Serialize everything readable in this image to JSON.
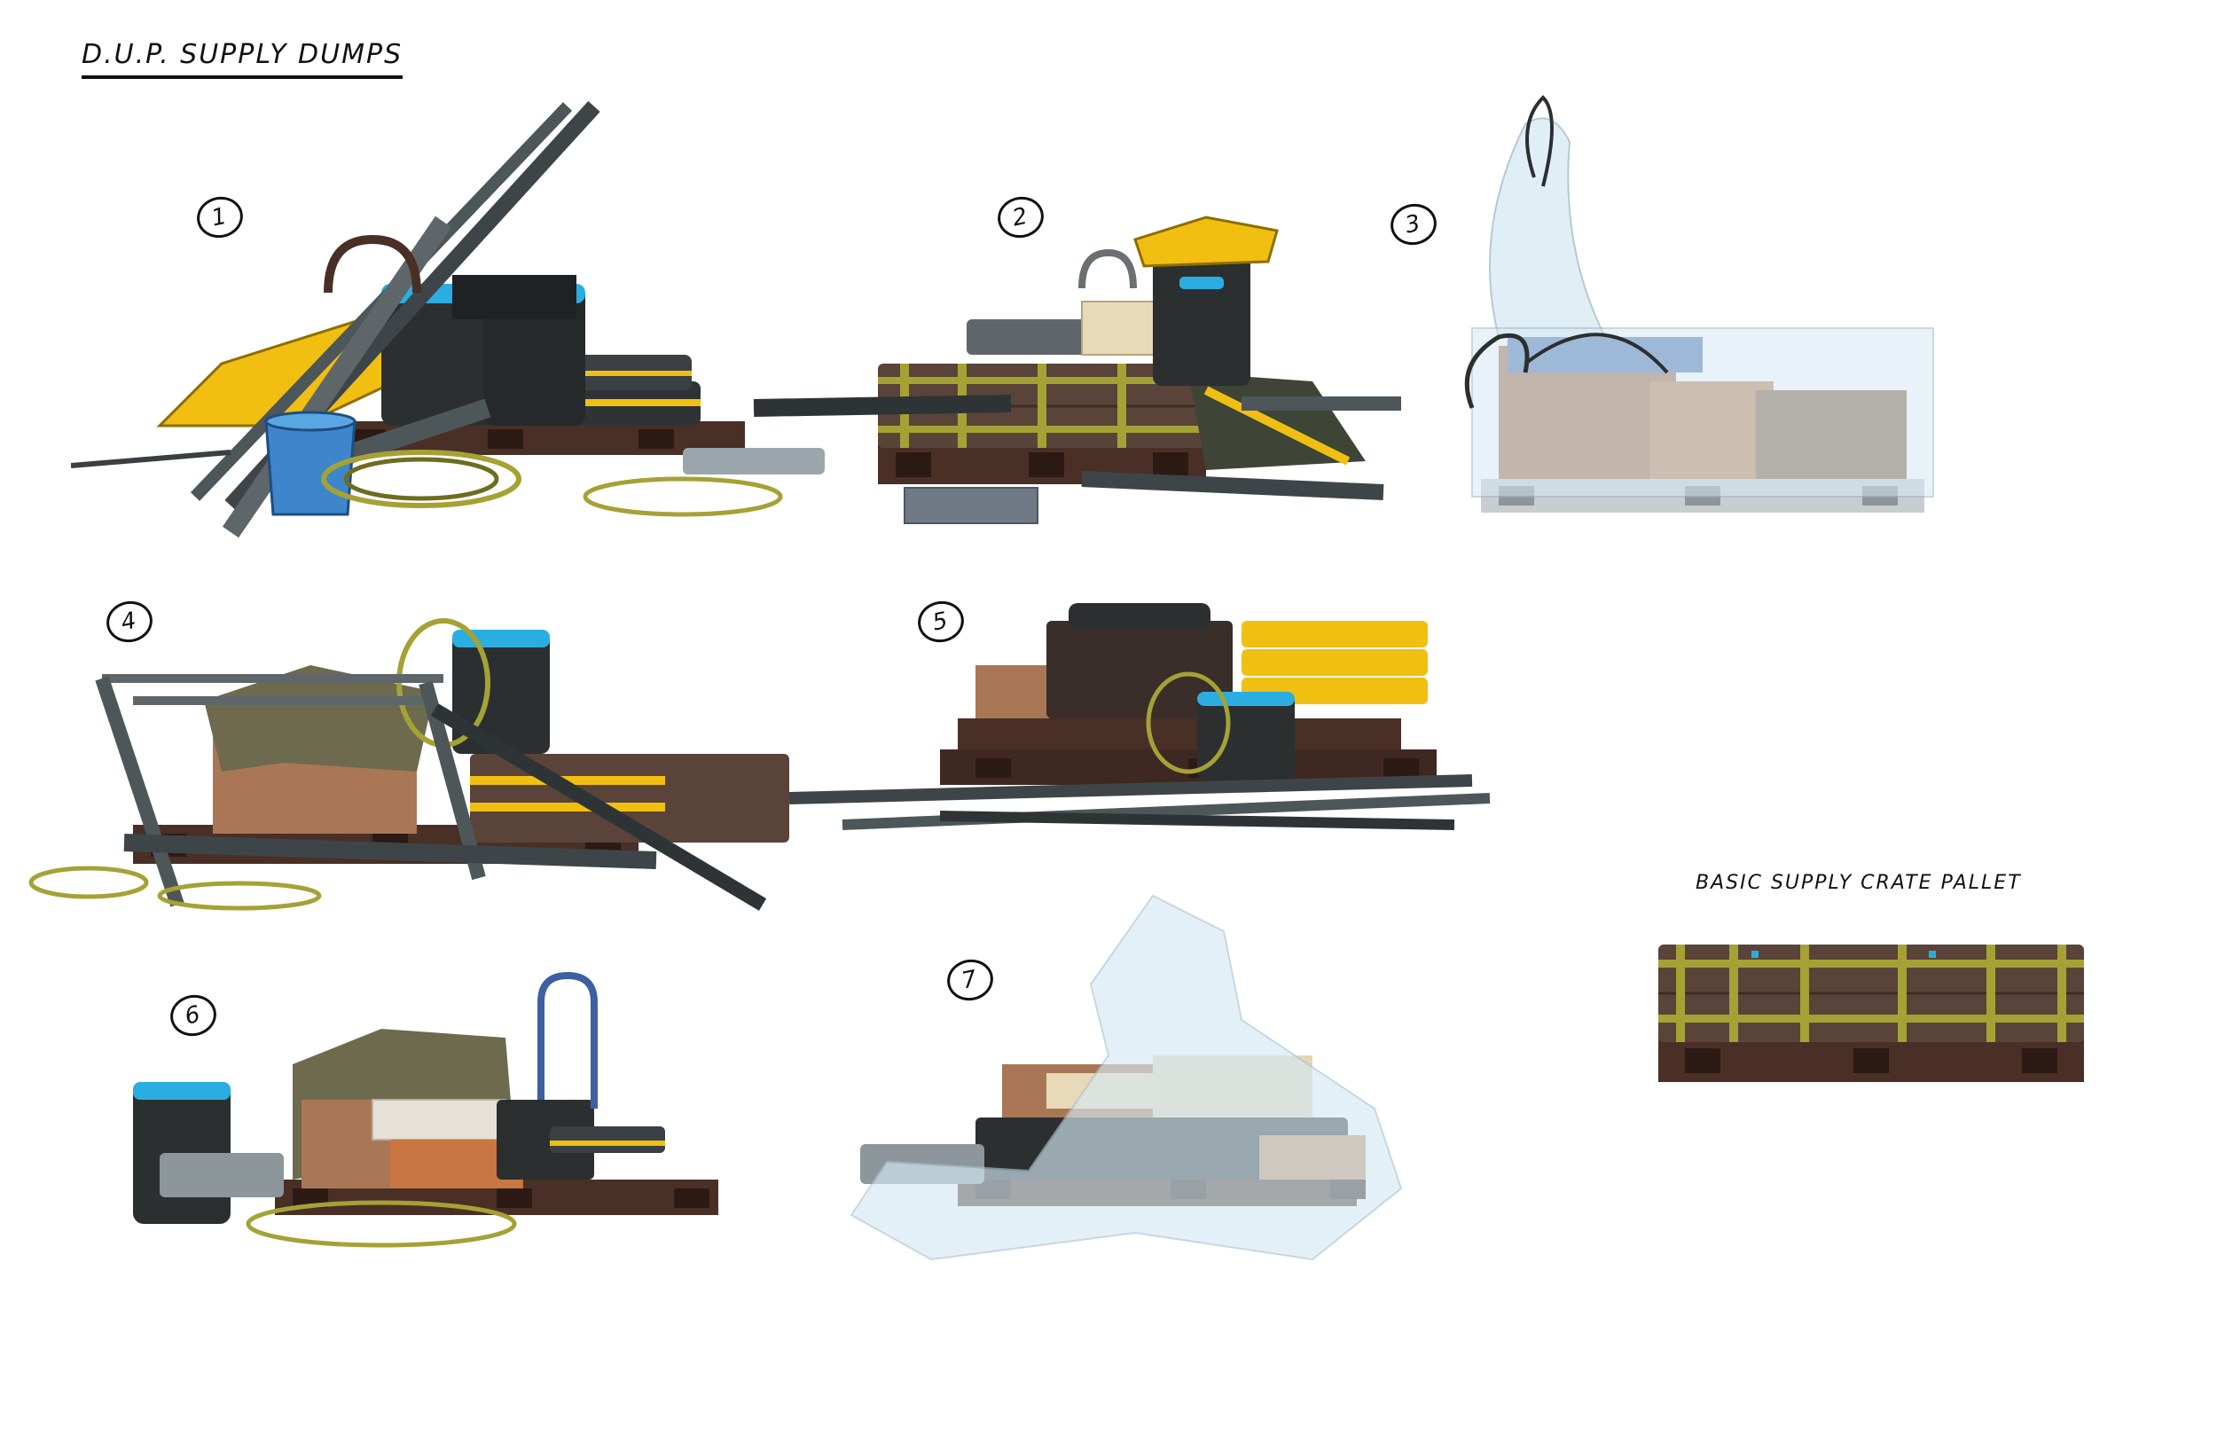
{
  "sheet": {
    "title": "D.U.P. Supply Dumps",
    "crate_label": "Basic supply crate pallet",
    "labels": [
      "1",
      "2",
      "3",
      "4",
      "5",
      "6",
      "7"
    ]
  },
  "colors": {
    "pallet": "#4a2f26",
    "crate": "#5a4338",
    "strap": "#a5a235",
    "yellow": "#f1bf12",
    "barrel": "#2b2f30",
    "barrel_cap": "#2aaee2",
    "bucket": "#3d86cc",
    "pipe": "#4d5659",
    "cardboard": "#a97755",
    "tarp": "#6e6a4e",
    "plastic": "#d6e9f3"
  }
}
